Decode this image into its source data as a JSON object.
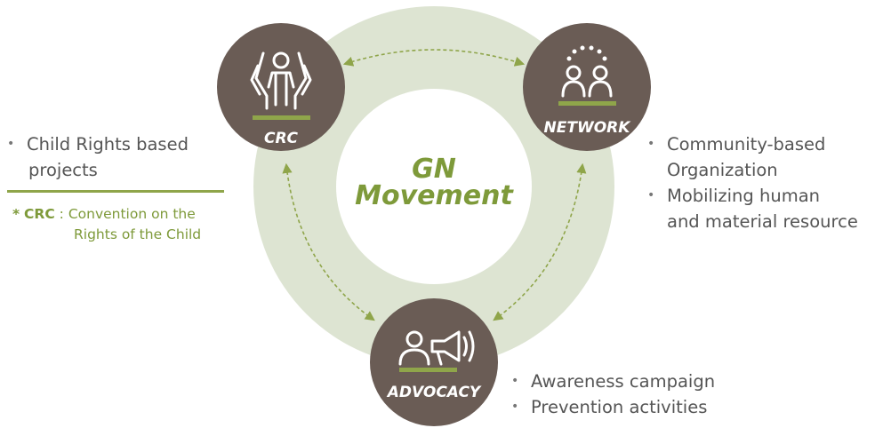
{
  "center": {
    "line1": "GN",
    "line2": "Movement"
  },
  "nodes": {
    "crc": {
      "label": "CRC",
      "icon": "child-protection-hands-icon"
    },
    "network": {
      "label": "NETWORK",
      "icon": "community-people-icon"
    },
    "advocacy": {
      "label": "ADVOCACY",
      "icon": "megaphone-person-icon"
    }
  },
  "left_text": {
    "items": [
      {
        "line1": "Child Rights based",
        "line2": "projects"
      }
    ],
    "note": {
      "star": "*",
      "abbr": "CRC",
      "sep": " : ",
      "line1": "Convention on the",
      "line2": "Rights of the Child"
    }
  },
  "right_text": {
    "items": [
      {
        "line1": "Community-based",
        "line2": "Organization"
      },
      {
        "line1": "Mobilizing human",
        "line2": "and material resource"
      }
    ]
  },
  "bottom_text": {
    "items": [
      {
        "line1": "Awareness campaign"
      },
      {
        "line1": "Prevention activities"
      }
    ]
  },
  "colors": {
    "ring": "#dde4d2",
    "node": "#6a5c55",
    "accent": "#8fa54a",
    "center_text": "#7e9a3a",
    "body_text": "#555555"
  }
}
